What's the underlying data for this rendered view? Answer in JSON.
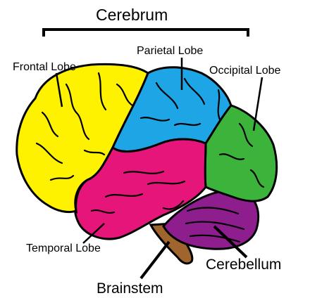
{
  "title": "Cerebrum",
  "labels": {
    "frontal": "Frontal Lobe",
    "parietal": "Parietal Lobe",
    "occipital": "Occipital Lobe",
    "temporal": "Temporal Lobe",
    "cerebellum": "Cerebellum",
    "brainstem": "Brainstem"
  },
  "colors": {
    "frontal": "#fff200",
    "parietal": "#1ea5e6",
    "occipital": "#3cb43c",
    "temporal": "#e6157a",
    "cerebellum": "#8e1e8e",
    "brainstem": "#a0642d",
    "outline": "#000000"
  }
}
